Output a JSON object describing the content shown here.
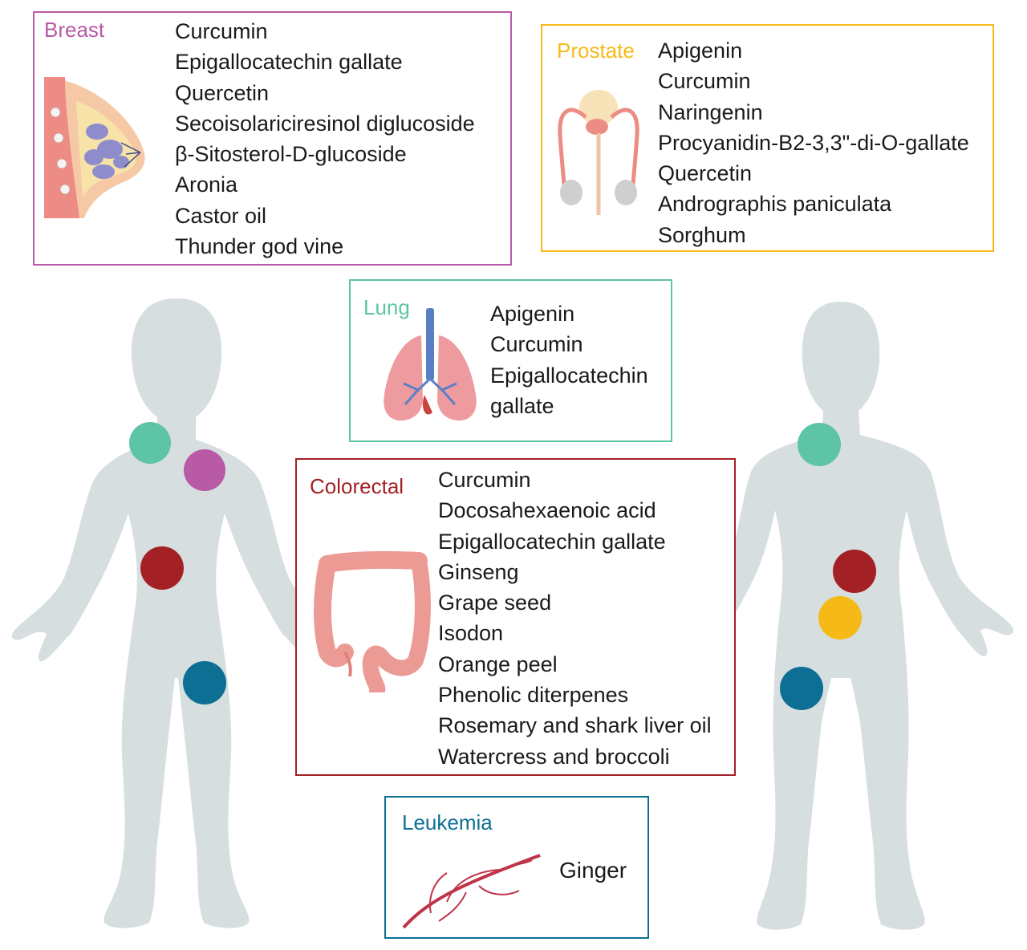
{
  "colors": {
    "body_silhouette": "#d7dee0",
    "breast": "#b85aa6",
    "prostate": "#f6ba18",
    "lung": "#5ec4a6",
    "colorectal": "#a32124",
    "leukemia": "#0e6f94"
  },
  "panels": {
    "breast": {
      "title": "Breast",
      "items": [
        "Curcumin",
        "Epigallocatechin gallate",
        "Quercetin",
        "Secoisolariciresinol diglucoside",
        "β-Sitosterol-D-glucoside",
        "Aronia",
        "Castor oil",
        "Thunder god vine"
      ]
    },
    "prostate": {
      "title": "Prostate",
      "items": [
        "Apigenin",
        "Curcumin",
        "Naringenin",
        "Procyanidin-B2-3,3\"-di-O-gallate",
        "Quercetin",
        "Andrographis paniculata",
        "Sorghum"
      ]
    },
    "lung": {
      "title": "Lung",
      "items": [
        "Apigenin",
        "Curcumin",
        "Epigallocatechin",
        "gallate"
      ]
    },
    "colorectal": {
      "title": "Colorectal",
      "items": [
        "Curcumin",
        "Docosahexaenoic acid",
        "Epigallocatechin gallate",
        "Ginseng",
        "Grape seed",
        "Isodon",
        "Orange peel",
        "Phenolic diterpenes",
        "Rosemary and shark liver oil",
        "Watercress and broccoli"
      ]
    },
    "leukemia": {
      "title": "Leukemia",
      "items": [
        "Ginger"
      ]
    }
  },
  "icons": {
    "breast": "breast-anatomy-icon",
    "prostate": "prostate-anatomy-icon",
    "lung": "lungs-icon",
    "colorectal": "colon-icon",
    "leukemia": "blood-vessels-icon",
    "female_body": "female-body-silhouette",
    "male_body": "male-body-silhouette"
  }
}
